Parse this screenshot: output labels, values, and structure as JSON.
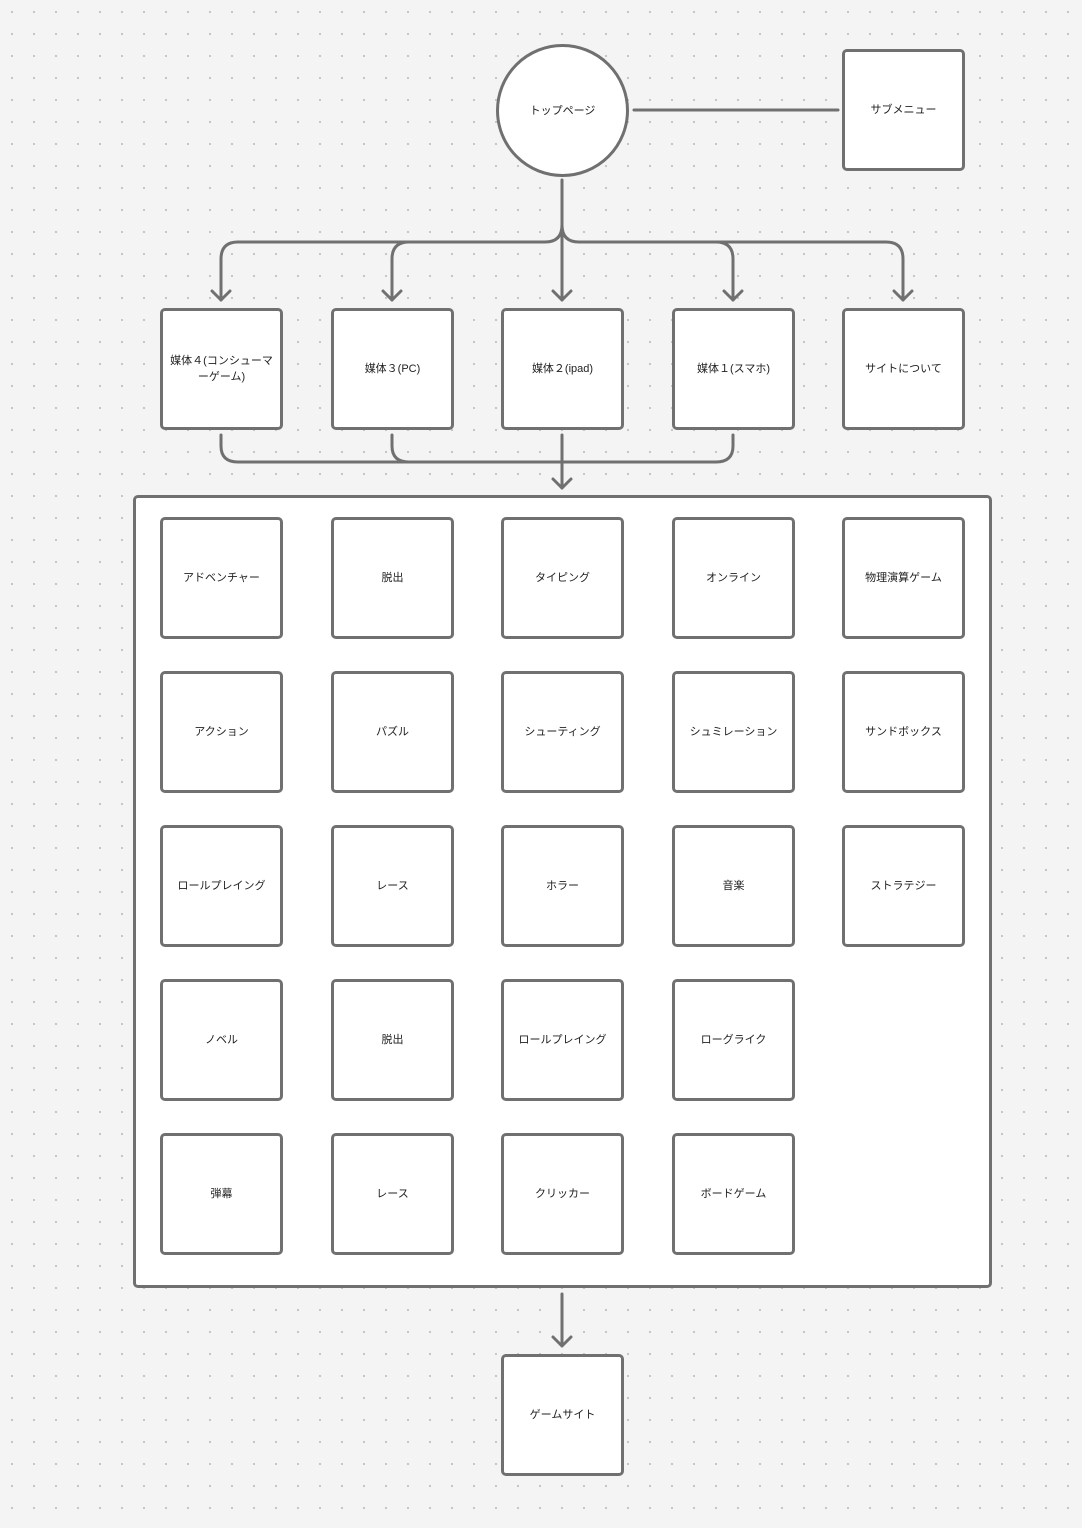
{
  "top_page": "トップページ",
  "submenu": "サブメニュー",
  "media": [
    "媒体４(コンシューマーゲーム)",
    "媒体３(PC)",
    "媒体２(ipad)",
    "媒体１(スマホ)",
    "サイトについて"
  ],
  "genres": [
    [
      "アドベンチャー",
      "脱出",
      "タイピング",
      "オンライン",
      "物理演算ゲーム"
    ],
    [
      "アクション",
      "パズル",
      "シューティング",
      "シュミレーション",
      "サンドボックス"
    ],
    [
      "ロールプレイング",
      "レース",
      "ホラー",
      "音楽",
      "ストラテジー"
    ],
    [
      "ノベル",
      "脱出",
      "ロールプレイング",
      "ローグライク"
    ],
    [
      "弾幕",
      "レース",
      "クリッカー",
      "ボードゲーム"
    ]
  ],
  "game_site": "ゲームサイト",
  "colors": {
    "stroke": "#707070",
    "background": "#f4f4f4",
    "node": "#ffffff"
  }
}
